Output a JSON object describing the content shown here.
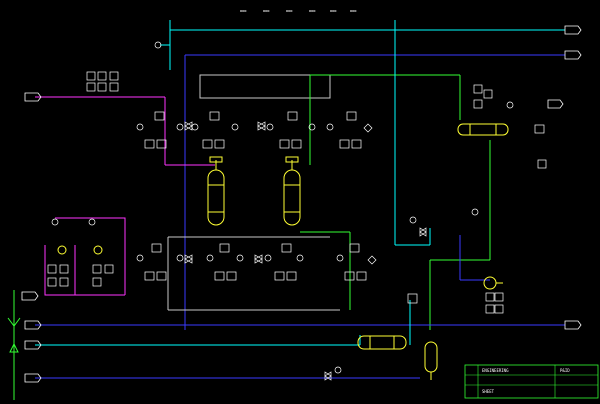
{
  "drawing": {
    "background": "#000000",
    "colors": {
      "cyan": "#00ffff",
      "blue": "#3a3aff",
      "magenta": "#ff33ff",
      "green": "#33ff33",
      "yellow": "#ffff33",
      "white": "#ffffff",
      "grey": "#c8c8c8",
      "red": "#ff3333"
    },
    "header_marks": [
      "▬▬▬",
      "▬▬▬",
      "▬▬▬",
      "▬▬▬",
      "▬▬▬",
      "▬▬▬"
    ],
    "title_block": {
      "row1": "ENGINEERING",
      "row2": "P&ID",
      "row3": "SHEET"
    },
    "equipment": [
      {
        "id": "vessel-left",
        "icon": "vertical-vessel-icon"
      },
      {
        "id": "vessel-right",
        "icon": "vertical-vessel-icon"
      },
      {
        "id": "hx-top",
        "icon": "heat-exchanger-icon"
      },
      {
        "id": "hx-bottom",
        "icon": "heat-exchanger-icon"
      },
      {
        "id": "drum",
        "icon": "drum-icon"
      },
      {
        "id": "pump",
        "icon": "pump-icon"
      }
    ]
  }
}
